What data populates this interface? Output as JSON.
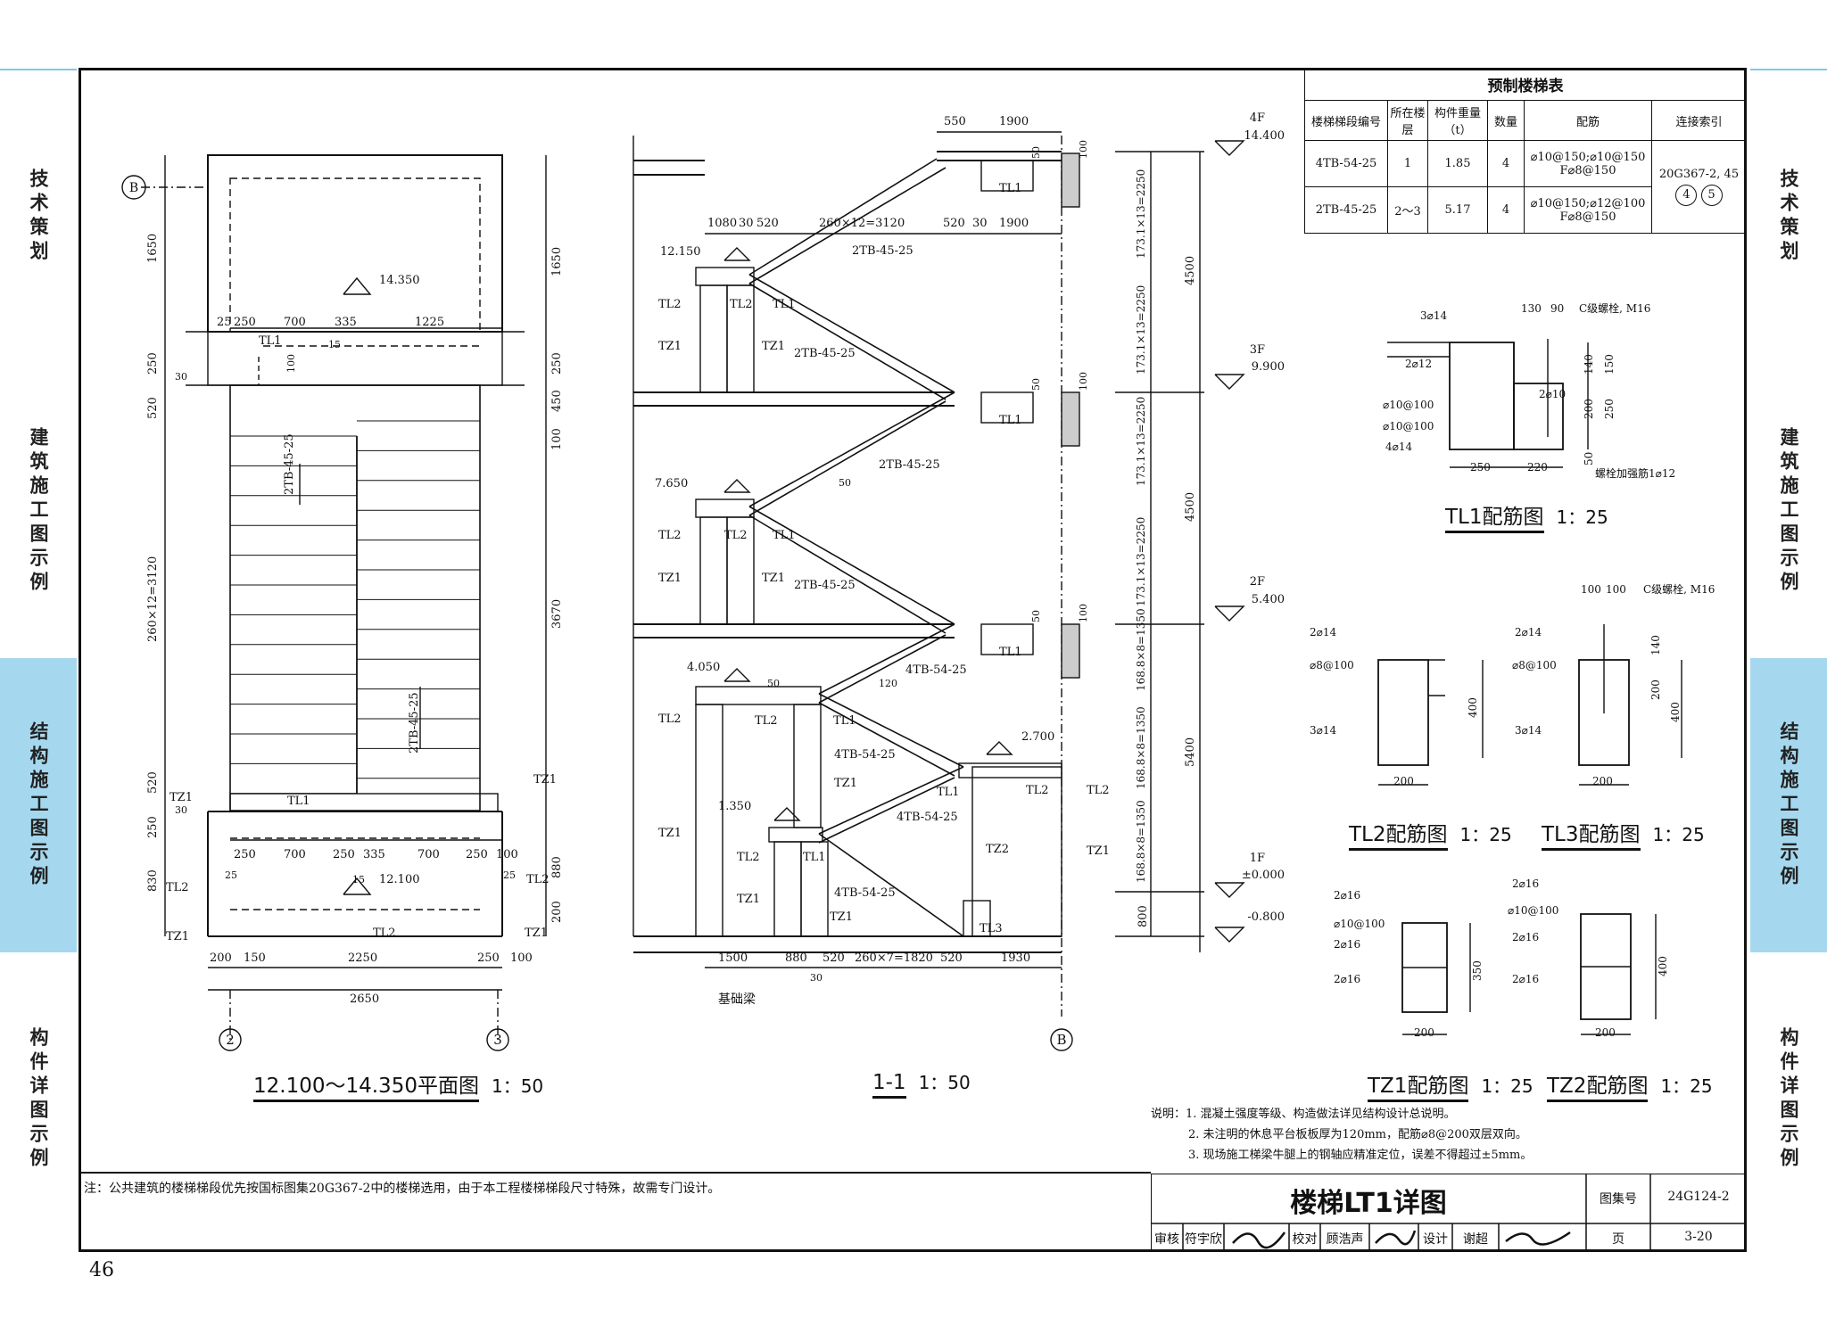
{
  "page_number": "46",
  "side_tabs": [
    {
      "label": "技术策划",
      "active": false
    },
    {
      "label": "建筑施工图示例",
      "active": false
    },
    {
      "label": "结构施工图示例",
      "active": true
    },
    {
      "label": "构件详图示例",
      "active": false
    }
  ],
  "table": {
    "title": "预制楼梯表",
    "headers": [
      "楼梯梯段编号",
      "所在楼层",
      "构件重量（t）",
      "数量",
      "配筋",
      "连接索引"
    ],
    "rows": [
      {
        "id": "4TB-54-25",
        "floor": "1",
        "weight": "1.85",
        "qty": "4",
        "rebar1": "⌀10@150;⌀10@150",
        "rebar2": "F⌀8@150"
      },
      {
        "id": "2TB-45-25",
        "floor": "2～3",
        "weight": "5.17",
        "qty": "4",
        "rebar1": "⌀10@150;⌀12@100",
        "rebar2": "F⌀8@150"
      }
    ],
    "link_index": "20G367-2, 45",
    "link_circles": [
      "4",
      "5"
    ]
  },
  "plan": {
    "title": "12.100～14.350平面图",
    "scale": "1：50",
    "axis_b": "B",
    "axis_2": "2",
    "axis_3": "3",
    "elev_top": "14.350",
    "elev_bottom": "12.100",
    "dims_top": [
      "25",
      "250",
      "700",
      "335",
      "1225"
    ],
    "dims_mid": [
      "250",
      "700",
      "250",
      "335",
      "700",
      "250",
      "100"
    ],
    "dims_bottom": [
      "200",
      "150",
      "2250",
      "250",
      "100"
    ],
    "dim_total": "2650",
    "dims_left": [
      "1650",
      "250",
      "520",
      "260×12=3120",
      "520",
      "250",
      "830"
    ],
    "dims_right": [
      "1650",
      "250",
      "450",
      "100",
      "3670",
      "880",
      "200"
    ],
    "labels": [
      "TL1",
      "TL1",
      "TL2",
      "TL2",
      "TZ1",
      "TZ1",
      "TZ1",
      "TZ1",
      "TL2"
    ],
    "run_labels": [
      "2TB-45-25",
      "2TB-45-25"
    ],
    "small": [
      "15",
      "30",
      "100",
      "25",
      "15",
      "30",
      "25"
    ]
  },
  "section": {
    "title": "1-1",
    "scale": "1：50",
    "axis_b": "B",
    "floors": [
      {
        "name": "4F",
        "elev": "14.400"
      },
      {
        "name": "3F",
        "elev": "9.900"
      },
      {
        "name": "2F",
        "elev": "5.400"
      },
      {
        "name": "1F",
        "elev": "±0.000"
      },
      {
        "name": "",
        "elev": "-0.800"
      }
    ],
    "landing_elevs": [
      "12.150",
      "7.650",
      "4.050",
      "2.700",
      "1.350"
    ],
    "dims_top1": [
      "550",
      "1900"
    ],
    "dims_top2": [
      "1080",
      "30",
      "520",
      "260×12=3120",
      "520",
      "30",
      "1900"
    ],
    "dims_bottom": [
      "1500",
      "880",
      "520",
      "260×7=1820",
      "520",
      "1930"
    ],
    "dim_bottom_small": "30",
    "dims_right_inner": [
      "173.1×13=2250",
      "173.1×13=2250",
      "173.1×13=2250",
      "173.1×13=2250",
      "168.8×8=1350",
      "168.8×8=1350",
      "168.8×8=1350"
    ],
    "dims_right_outer": [
      "4500",
      "4500",
      "5400",
      "800"
    ],
    "small_dims": [
      "50",
      "100",
      "50",
      "100",
      "50",
      "100",
      "120",
      "50",
      "50"
    ],
    "runs": [
      "2TB-45-25",
      "2TB-45-25",
      "2TB-45-25",
      "2TB-45-25",
      "4TB-54-25",
      "4TB-54-25",
      "4TB-54-25",
      "4TB-54-25"
    ],
    "labels": [
      "TL1",
      "TL1",
      "TL1",
      "TL2",
      "TL2",
      "TL1",
      "TZ1",
      "TZ1",
      "TL2",
      "TL2",
      "TL1",
      "TZ1",
      "TZ1",
      "TL2",
      "TL2",
      "TL1",
      "TZ1",
      "TZ1",
      "TL2",
      "TL1",
      "TL1",
      "TZ1",
      "TZ1",
      "TZ2",
      "TZ1",
      "TL3",
      "TL2",
      "TL2"
    ],
    "foundation": "基础梁"
  },
  "details": {
    "tl1": {
      "title": "TL1配筋图",
      "scale": "1：25",
      "bars": [
        "3⌀14",
        "2⌀12",
        "⌀10@100",
        "⌀10@100",
        "4⌀14",
        "2⌀10"
      ],
      "dims": [
        "130",
        "90",
        "140",
        "150",
        "200",
        "250",
        "50",
        "250",
        "220"
      ],
      "notes": [
        "C级螺栓, M16",
        "螺栓加强筋1⌀12"
      ]
    },
    "tl2": {
      "title": "TL2配筋图",
      "scale": "1：25",
      "bars": [
        "2⌀14",
        "⌀8@100",
        "3⌀14"
      ],
      "dims": [
        "400",
        "200"
      ]
    },
    "tl3": {
      "title": "TL3配筋图",
      "scale": "1：25",
      "bars": [
        "2⌀14",
        "⌀8@100",
        "3⌀14"
      ],
      "dims": [
        "100",
        "100",
        "140",
        "200",
        "400",
        "200"
      ],
      "note": "C级螺栓, M16"
    },
    "tz1": {
      "title": "TZ1配筋图",
      "scale": "1：25",
      "bars": [
        "2⌀16",
        "⌀10@100",
        "2⌀16",
        "2⌀16"
      ],
      "dims": [
        "350",
        "200"
      ]
    },
    "tz2": {
      "title": "TZ2配筋图",
      "scale": "1：25",
      "bars": [
        "2⌀16",
        "⌀10@100",
        "2⌀16",
        "2⌀16"
      ],
      "dims": [
        "400",
        "200"
      ]
    }
  },
  "notes": {
    "head": "说明：",
    "items": [
      "1. 混凝土强度等级、构造做法详见结构设计总说明。",
      "2. 未注明的休息平台板板厚为120mm，配筋⌀8@200双层双向。",
      "3. 现场施工梯梁牛腿上的钢轴应精准定位，误差不得超过±5mm。"
    ]
  },
  "bottom_note": "注：公共建筑的楼梯梯段优先按国标图集20G367-2中的楼梯选用，由于本工程楼梯梯段尺寸特殊，故需专门设计。",
  "title_block": {
    "title": "楼梯LT1详图",
    "atlas_label": "图集号",
    "atlas_no": "24G124-2",
    "review": "审核",
    "reviewer": "符宇欣",
    "check": "校对",
    "checker": "顾浩声",
    "design": "设计",
    "designer": "谢超",
    "page_label": "页",
    "page": "3-20"
  }
}
